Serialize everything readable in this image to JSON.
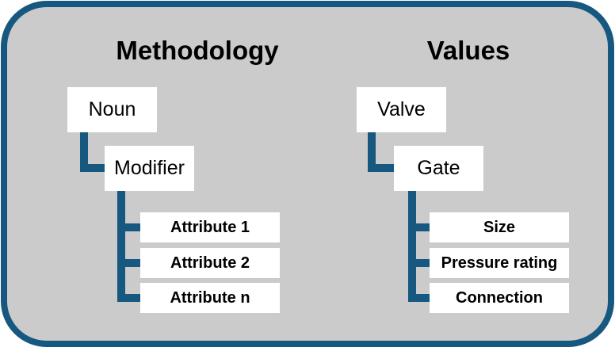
{
  "panel": {
    "background_color": "#cbcbcb",
    "border_color": "#16587f",
    "connector_color": "#16587f",
    "node_background_color": "#ffffff",
    "text_color": "#000000"
  },
  "columns": [
    {
      "title": "Methodology",
      "parent": "Noun",
      "child": "Modifier",
      "leaves": [
        "Attribute 1",
        "Attribute 2",
        "Attribute n"
      ]
    },
    {
      "title": "Values",
      "parent": "Valve",
      "child": "Gate",
      "leaves": [
        "Size",
        "Pressure rating",
        "Connection"
      ]
    }
  ]
}
